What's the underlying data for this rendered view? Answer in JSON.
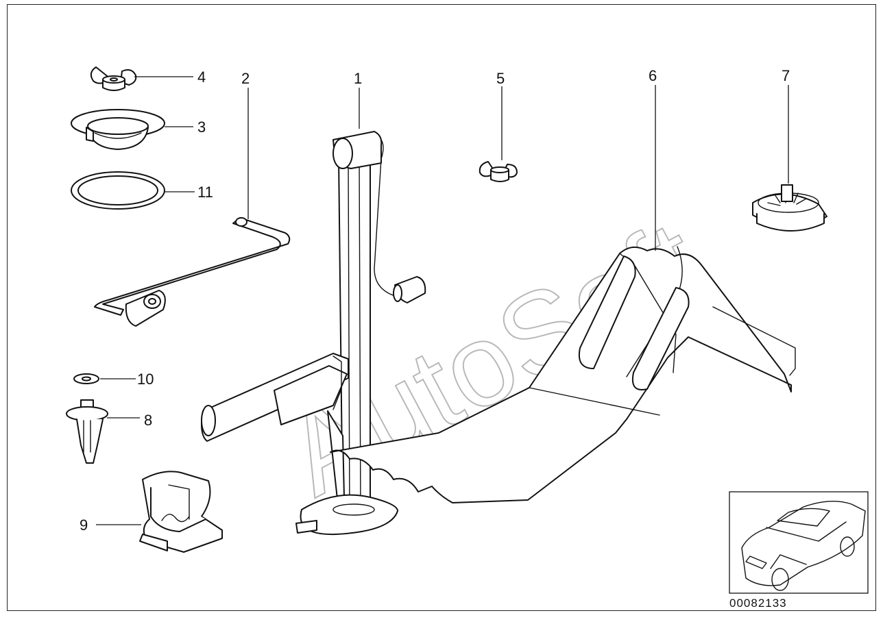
{
  "watermark": "AutoSoft",
  "reference_number": "00082133",
  "callouts": {
    "p1": "1",
    "p2": "2",
    "p3": "3",
    "p4": "4",
    "p5": "5",
    "p6": "6",
    "p7": "7",
    "p8": "8",
    "p9": "9",
    "p10": "10",
    "p11": "11"
  }
}
